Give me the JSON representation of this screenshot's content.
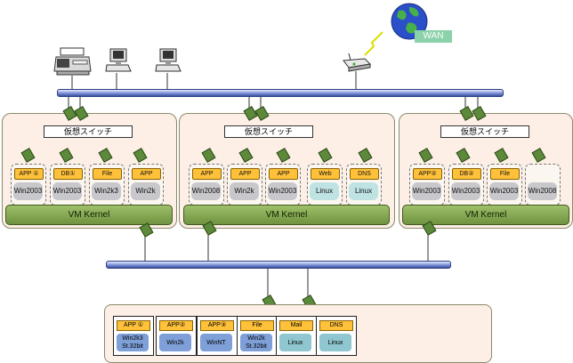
{
  "wan": {
    "label": "WAN"
  },
  "hosts": [
    {
      "vswitch": "仮想スイッチ",
      "vmkernel": "VM Kernel",
      "vms": [
        {
          "app": "APP ①",
          "os": "Win2003",
          "os_type": "win"
        },
        {
          "app": "DB①",
          "os": "Win2003",
          "os_type": "win"
        },
        {
          "app": "File",
          "os": "Win2k3",
          "os_type": "win"
        },
        {
          "app": "APP",
          "os": "Win2k",
          "os_type": "win"
        }
      ]
    },
    {
      "vswitch": "仮想スイッチ",
      "vmkernel": "VM Kernel",
      "vms": [
        {
          "app": "APP",
          "os": "Win2008",
          "os_type": "win"
        },
        {
          "app": "APP",
          "os": "Win2k",
          "os_type": "win"
        },
        {
          "app": "APP",
          "os": "Win2003",
          "os_type": "win"
        },
        {
          "app": "Web",
          "os": "Linux",
          "os_type": "linux"
        },
        {
          "app": "DNS",
          "os": "Linux",
          "os_type": "linux"
        }
      ]
    },
    {
      "vswitch": "仮想スイッチ",
      "vmkernel": "VM Kernel",
      "vms": [
        {
          "app": "APP②",
          "os": "Win2003",
          "os_type": "win"
        },
        {
          "app": "DB②",
          "os": "Win2003",
          "os_type": "win"
        },
        {
          "app": "File",
          "os": "Win2003",
          "os_type": "win"
        },
        {
          "app": "",
          "os": "Win2008",
          "os_type": "win"
        }
      ]
    }
  ],
  "storage": {
    "luns": [
      {
        "app": "APP ①",
        "os_line1": "Win2k3",
        "os_line2": "St.32bit",
        "os_type": "win"
      },
      {
        "app": "APP②",
        "os_line1": "Win2k",
        "os_line2": "",
        "os_type": "win"
      },
      {
        "app": "APP③",
        "os_line1": "WinNT",
        "os_line2": "",
        "os_type": "win"
      },
      {
        "app": "File",
        "os_line1": "Win2k",
        "os_line2": "St.32bit",
        "os_type": "win"
      },
      {
        "app": "Mail",
        "os_line1": "Linux",
        "os_line2": "",
        "os_type": "linux"
      },
      {
        "app": "DNS",
        "os_line1": "Linux",
        "os_line2": "",
        "os_type": "linux"
      }
    ]
  },
  "colors": {
    "bus": "#5468b8",
    "vmkernel": "#86a852",
    "app": "#ffc13a",
    "host_bg": "#fdeee6"
  },
  "icons": [
    "printer-icon",
    "pc-icon",
    "router-icon",
    "globe-icon"
  ]
}
